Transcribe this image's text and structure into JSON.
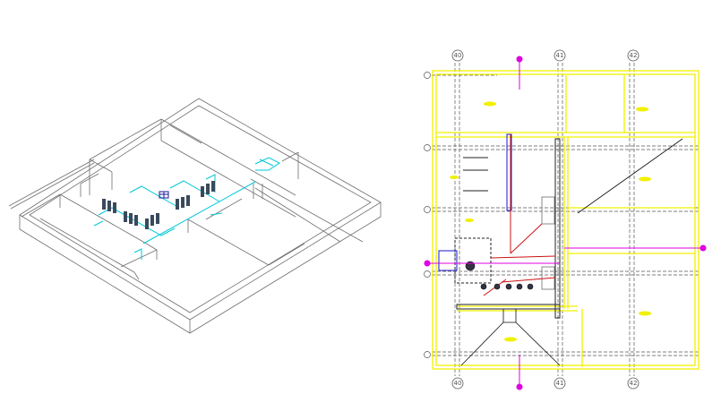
{
  "isometric_view": {
    "colors": {
      "walls": "#6e6e6e",
      "pipes": "#00c8d8",
      "equipment": "#3a4a5c",
      "valves": "#1a1a9a"
    }
  },
  "floor_plan": {
    "grid_columns": [
      "40",
      "41",
      "42"
    ],
    "colors": {
      "partitions": "#f0f000",
      "grid": "#555555",
      "supply_line": "#d01010",
      "section_marker": "#e000e0",
      "annotations": "#1a1acc"
    }
  }
}
